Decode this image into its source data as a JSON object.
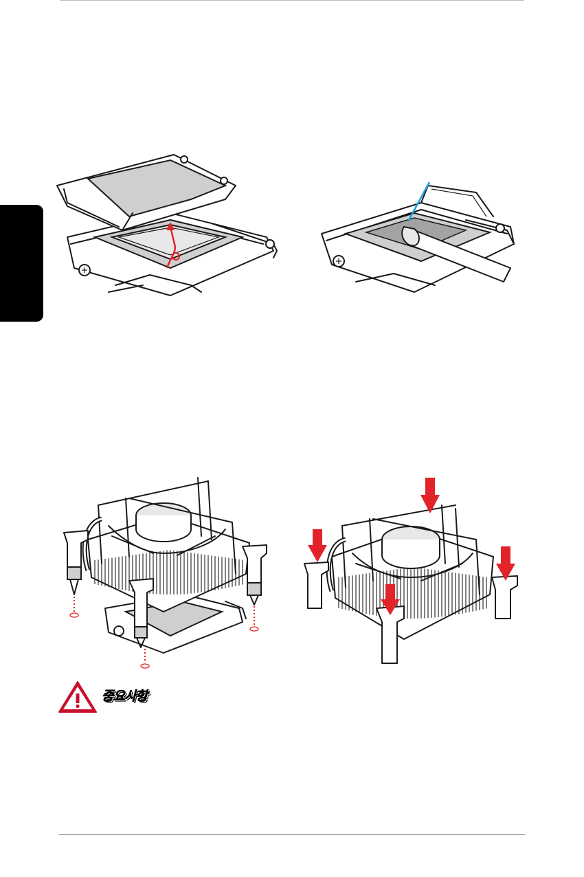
{
  "caution": {
    "label": "중요사항",
    "icon": "warning-triangle-icon",
    "color": "#c8102e"
  },
  "colors": {
    "arrow_red": "#e2232a",
    "paste_indicator_blue": "#1ca3dc",
    "side_tab": "#000000"
  },
  "figures": [
    {
      "id": "socket-open-load-plate",
      "icon": "cpu-socket-open-illustration"
    },
    {
      "id": "apply-thermal-paste",
      "icon": "thermal-paste-illustration"
    },
    {
      "id": "cooler-align-push-pins",
      "icon": "cooler-align-illustration"
    },
    {
      "id": "cooler-press-pins",
      "icon": "cooler-press-illustration"
    }
  ]
}
